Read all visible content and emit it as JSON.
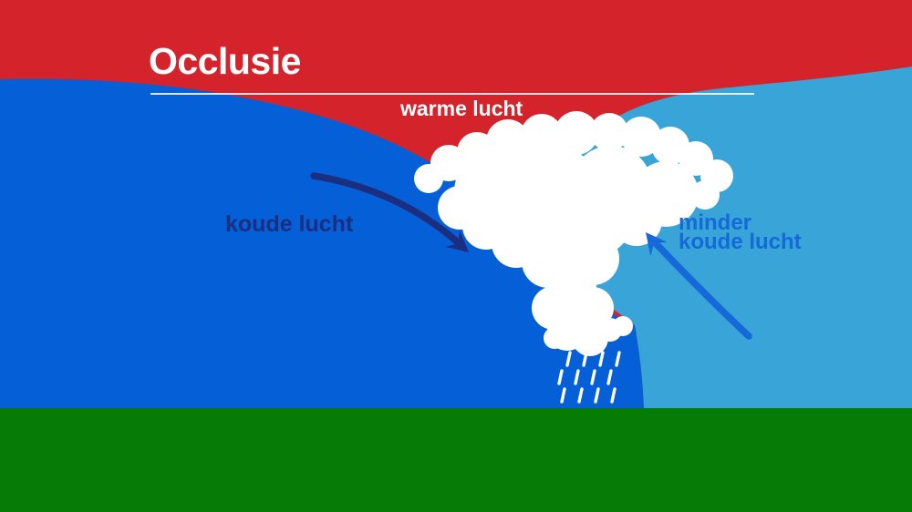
{
  "title": "Occlusie",
  "labels": {
    "warm_air": "warme lucht",
    "cold_air": "koude lucht",
    "less_cold_air_line1": "minder",
    "less_cold_air_line2": "koude lucht"
  },
  "colors": {
    "warm-red": "#d5232b",
    "cold-blue": "#0560d8",
    "less-cold-blue": "#38a4d8",
    "ground-green": "#067c06",
    "navy": "#1b2e80",
    "accent-blue": "#1569d8",
    "white": "#ffffff"
  }
}
